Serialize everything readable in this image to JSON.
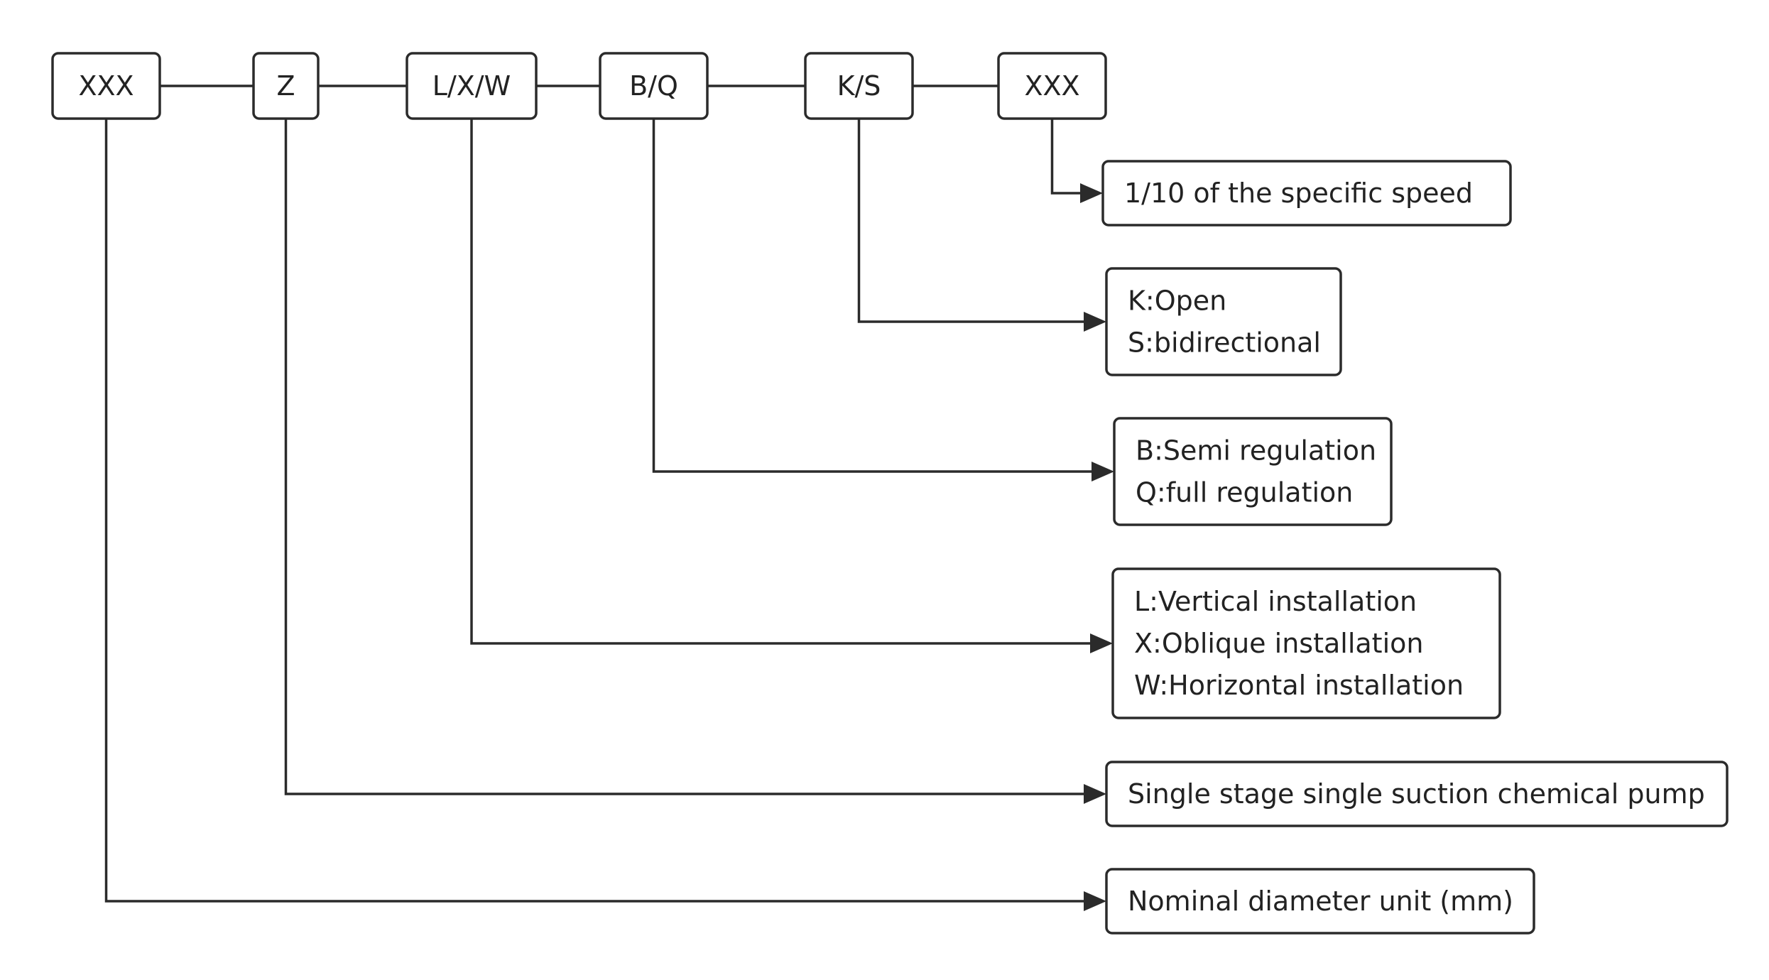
{
  "code_segments": [
    {
      "id": "diameter_code",
      "label": "XXX"
    },
    {
      "id": "type_code",
      "label": "Z"
    },
    {
      "id": "installation_code",
      "label": "L/X/W"
    },
    {
      "id": "regulation_code",
      "label": "B/Q"
    },
    {
      "id": "impeller_code",
      "label": "K/S"
    },
    {
      "id": "speed_code",
      "label": "XXX"
    }
  ],
  "descriptions": [
    {
      "segment": "speed_code",
      "lines": [
        "1/10 of the specific speed"
      ]
    },
    {
      "segment": "impeller_code",
      "lines": [
        "K:Open",
        "S:bidirectional"
      ]
    },
    {
      "segment": "regulation_code",
      "lines": [
        "B:Semi regulation",
        "Q:full regulation"
      ]
    },
    {
      "segment": "installation_code",
      "lines": [
        "L:Vertical installation",
        "X:Oblique installation",
        "W:Horizontal installation"
      ]
    },
    {
      "segment": "type_code",
      "lines": [
        "Single stage single suction chemical pump"
      ]
    },
    {
      "segment": "diameter_code",
      "lines": [
        "Nominal diameter unit (mm)"
      ]
    }
  ],
  "colors": {
    "stroke": "#2b2b2b",
    "text": "#222222",
    "background": "#ffffff"
  }
}
